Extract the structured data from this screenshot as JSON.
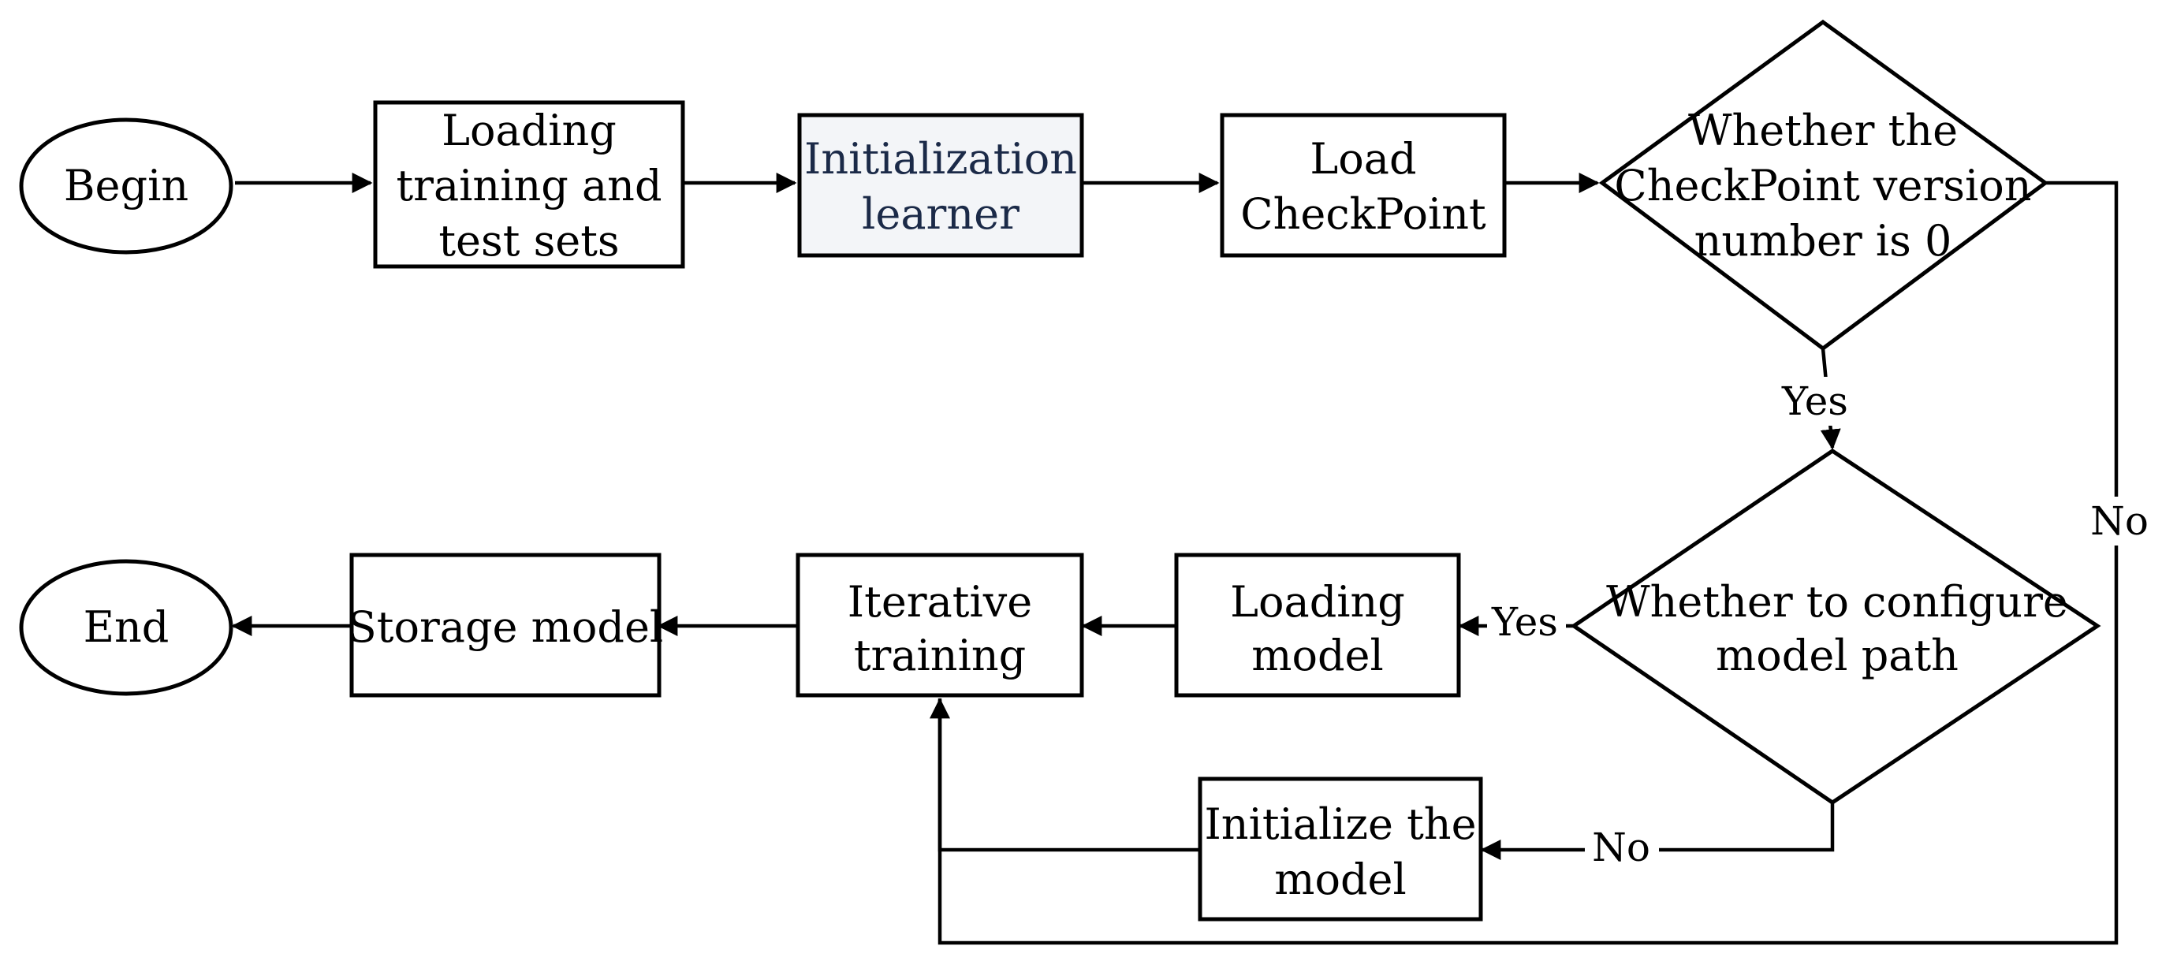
{
  "nodes": {
    "begin": {
      "label": "Begin",
      "kind": "terminal"
    },
    "load_sets": {
      "line1": "Loading",
      "line2": "training and",
      "line3": "test sets",
      "kind": "process"
    },
    "init_learner": {
      "line1": "Initialization",
      "line2": "learner",
      "kind": "process",
      "text_color": "#1b2a48",
      "fill_color": "#f3f5f8"
    },
    "load_checkpoint": {
      "line1": "Load",
      "line2": "CheckPoint",
      "kind": "process"
    },
    "decision_version": {
      "line1": "Whether the",
      "line2": "CheckPoint version",
      "line3": "number is 0",
      "kind": "decision"
    },
    "decision_path": {
      "line1": "Whether to configure",
      "line2": "model path",
      "kind": "decision"
    },
    "loading_model": {
      "line1": "Loading",
      "line2": "model",
      "kind": "process"
    },
    "iterative_training": {
      "line1": "Iterative",
      "line2": "training",
      "kind": "process"
    },
    "storage_model": {
      "label": "Storage model",
      "kind": "process"
    },
    "end": {
      "label": "End",
      "kind": "terminal"
    },
    "init_model": {
      "line1": "Initialize the",
      "line2": "model",
      "kind": "process"
    }
  },
  "edges": {
    "version_yes": "Yes",
    "version_no": "No",
    "path_yes": "Yes",
    "path_no": "No"
  }
}
